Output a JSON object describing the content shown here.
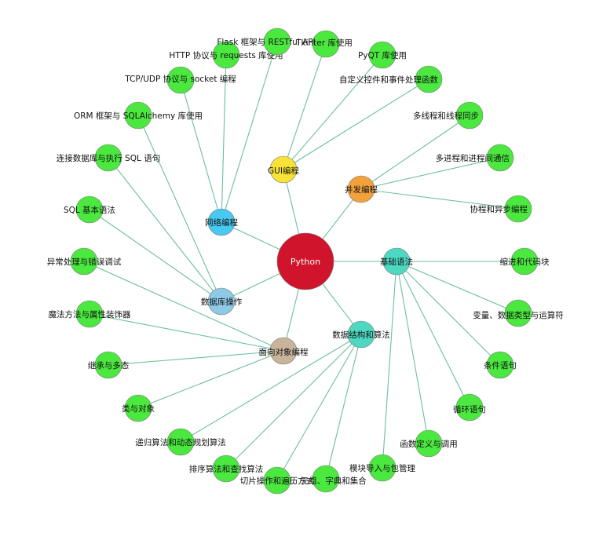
{
  "graph": {
    "root": {
      "id": "python",
      "label": "Python",
      "color": "#d0142b"
    },
    "categories": [
      {
        "id": "basic",
        "label": "基础语法",
        "color": "#4ed8c2"
      },
      {
        "id": "ds",
        "label": "数据结构和算法",
        "color": "#4ed8c2"
      },
      {
        "id": "oop",
        "label": "面向对象编程",
        "color": "#c8b49a"
      },
      {
        "id": "db",
        "label": "数据库操作",
        "color": "#8ecae6"
      },
      {
        "id": "net",
        "label": "网络编程",
        "color": "#47c9f2"
      },
      {
        "id": "gui",
        "label": "GUI编程",
        "color": "#f6e336"
      },
      {
        "id": "conc",
        "label": "并发编程",
        "color": "#f2a13c"
      }
    ],
    "leaves": [
      {
        "id": "l_tkinter",
        "label": "Tkinter 库使用",
        "parent": "gui"
      },
      {
        "id": "l_pyqt",
        "label": "PyQT 库使用",
        "parent": "gui"
      },
      {
        "id": "l_custom",
        "label": "自定义控件和事件处理函数",
        "parent": "gui"
      },
      {
        "id": "l_thread",
        "label": "多线程和线程同步",
        "parent": "conc"
      },
      {
        "id": "l_process",
        "label": "多进程和进程间通信",
        "parent": "conc"
      },
      {
        "id": "l_async",
        "label": "协程和异步编程",
        "parent": "conc"
      },
      {
        "id": "l_indent",
        "label": "缩进和代码块",
        "parent": "basic"
      },
      {
        "id": "l_vars",
        "label": "变量、数据类型与运算符",
        "parent": "basic"
      },
      {
        "id": "l_cond",
        "label": "条件语句",
        "parent": "basic"
      },
      {
        "id": "l_loop",
        "label": "循环语句",
        "parent": "basic"
      },
      {
        "id": "l_func",
        "label": "函数定义与调用",
        "parent": "basic"
      },
      {
        "id": "l_module",
        "label": "模块导入与包管理",
        "parent": "basic"
      },
      {
        "id": "l_list",
        "label": "列表、元组、字典和集合",
        "parent": "ds"
      },
      {
        "id": "l_slice",
        "label": "切片操作和遍历方式",
        "parent": "ds"
      },
      {
        "id": "l_sort",
        "label": "排序算法和查找算法",
        "parent": "ds"
      },
      {
        "id": "l_recur",
        "label": "递归算法和动态规划算法",
        "parent": "ds"
      },
      {
        "id": "l_class",
        "label": "类与对象",
        "parent": "oop"
      },
      {
        "id": "l_inherit",
        "label": "继承与多态",
        "parent": "oop"
      },
      {
        "id": "l_magic",
        "label": "魔法方法与属性装饰器",
        "parent": "oop"
      },
      {
        "id": "l_except",
        "label": "异常处理与错误调试",
        "parent": "oop"
      },
      {
        "id": "l_sql",
        "label": "SQL 基本语法",
        "parent": "db"
      },
      {
        "id": "l_connect",
        "label": "连接数据库与执行 SQL 语句",
        "parent": "db"
      },
      {
        "id": "l_orm",
        "label": "ORM 框架与 SQLAlchemy 库使用",
        "parent": "db"
      },
      {
        "id": "l_tcp",
        "label": "TCP/UDP 协议与 socket 编程",
        "parent": "net"
      },
      {
        "id": "l_http",
        "label": "HTTP 协议与 requests 库使用",
        "parent": "net"
      },
      {
        "id": "l_flask",
        "label": "Flask 框架与 RESTful API",
        "parent": "net"
      }
    ],
    "colors": {
      "leaf": "#4be83f",
      "edge": "#6cc09a"
    }
  }
}
